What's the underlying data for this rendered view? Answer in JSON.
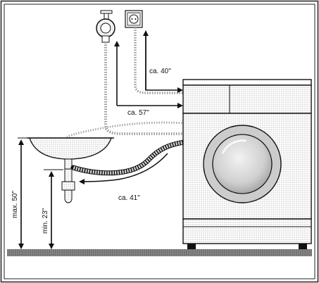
{
  "labels": {
    "faucet_height": "ca. 40\"",
    "outlet_height": "ca. 57\"",
    "hose_length": "ca. 41\"",
    "max_height": "max. 50\"",
    "min_height": "min. 23\""
  },
  "colors": {
    "ink": "#111111",
    "stipple": "#9a9a9a",
    "floor": "#6e6e6e",
    "panel_bg": "#ffffff"
  },
  "icons": {
    "faucet": "water-tap-icon",
    "outlet": "power-outlet-icon"
  }
}
